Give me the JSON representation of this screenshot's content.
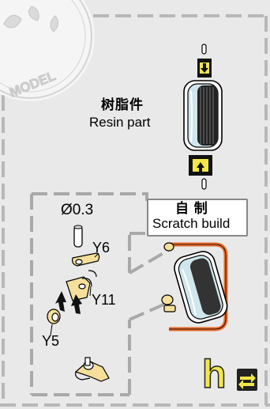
{
  "watermark": {
    "text": "MODEL"
  },
  "resin": {
    "chinese": "树脂件",
    "english": "Resin part"
  },
  "scratch": {
    "chinese": "自 制",
    "english": "Scratch build"
  },
  "diameter": {
    "label": "Ø0.3"
  },
  "parts": {
    "y6": "Y6",
    "y11": "Y11",
    "y5": "Y5"
  },
  "step": {
    "letter": "h"
  },
  "colors": {
    "panel": "#e9e9e9",
    "dash": "#a9a9a9",
    "wire": "#e8692a",
    "step_fill": "#f3e64a",
    "glass": "#cfe6ec"
  }
}
